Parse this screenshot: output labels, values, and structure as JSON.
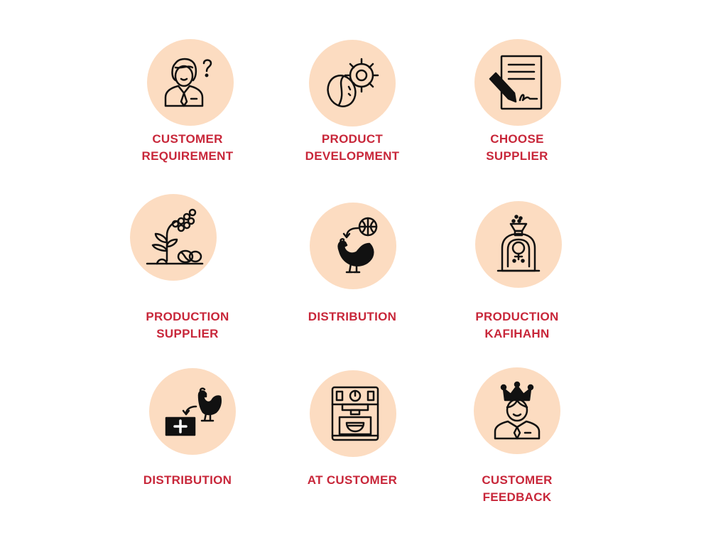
{
  "steps": [
    {
      "icon": "person-question-icon",
      "lines": [
        "CUSTOMER",
        "REQUIREMENT"
      ]
    },
    {
      "icon": "bean-gear-icon",
      "lines": [
        "PRODUCT",
        "DEVELOPMENT"
      ]
    },
    {
      "icon": "contract-pen-icon",
      "lines": [
        "CHOOSE",
        "SUPPLIER"
      ]
    },
    {
      "icon": "coffee-plant-icon",
      "lines": [
        "PRODUCTION",
        "SUPPLIER"
      ]
    },
    {
      "icon": "globe-rooster-icon",
      "lines": [
        "DISTRIBUTION",
        ""
      ]
    },
    {
      "icon": "roaster-machine-icon",
      "lines": [
        "PRODUCTION",
        "KAFIHAHN"
      ]
    },
    {
      "icon": "rooster-medical-box-icon",
      "lines": [
        "DISTRIBUTION",
        ""
      ]
    },
    {
      "icon": "espresso-machine-icon",
      "lines": [
        "AT CUSTOMER",
        ""
      ]
    },
    {
      "icon": "crowned-person-icon",
      "lines": [
        "CUSTOMER",
        "FEEDBACK"
      ]
    }
  ],
  "colors": {
    "accent": "#c8273a",
    "circle": "#fcdcc1",
    "icon_stroke": "#111111"
  }
}
